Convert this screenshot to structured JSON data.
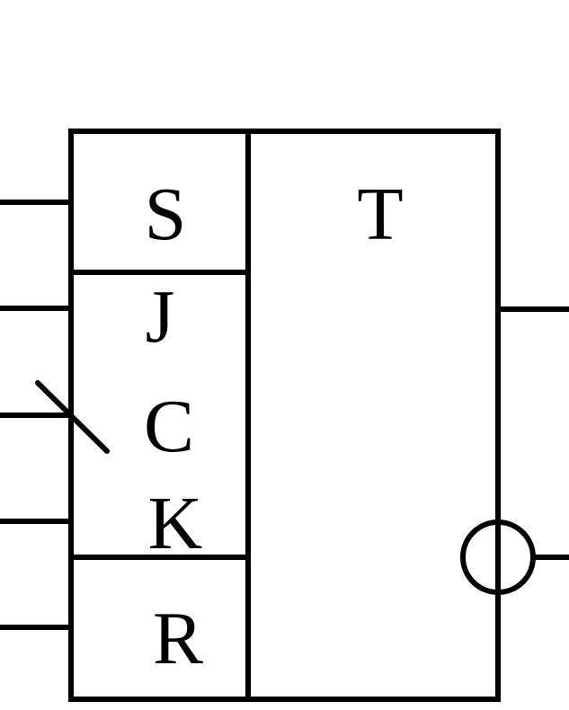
{
  "labels": {
    "set": "S",
    "j": "J",
    "clock": "C",
    "k": "K",
    "reset": "R",
    "function": "T"
  },
  "colors": {
    "stroke": "#000000",
    "background": "#ffffff"
  }
}
